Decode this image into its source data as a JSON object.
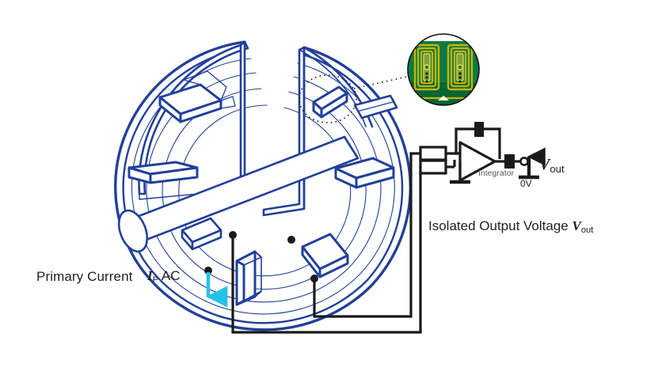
{
  "figure": {
    "type": "rogowski-coil-current-sensor-diagram",
    "background_color": "#ffffff"
  },
  "colors": {
    "coil_blue": "#21409a",
    "coil_blue_light": "#3a5bbf",
    "wire_black": "#1a1a1a",
    "text_black": "#231f20",
    "text_gray": "#58595b",
    "current_arrow_cyan": "#22c3e6",
    "pcb_green": "#0d7a43",
    "pcb_green_dark": "#036635",
    "trace_gold": "#c8b400",
    "trace_gold_light": "#e3d34a",
    "inset_ring": "#000000"
  },
  "labels": {
    "primary_current": "Primary Current",
    "ip_symbol": "I",
    "ip_subscript": "P",
    "ac": "AC",
    "isolated_output_prefix": "Isolated Output Voltage ",
    "v_symbol": "V",
    "v_subscript": "out",
    "vout_symbol": "V",
    "vout_subscript": "out",
    "zero_volts": "0V",
    "integrator": "Integrator"
  },
  "circuit": {
    "opamp_label": "Integrator",
    "input_resistors": 2,
    "feedback_component": "capacitor",
    "output_terminal": "open-circle",
    "ground_symbol": true,
    "reference_label": "0V",
    "output_label": "Vout"
  },
  "coil": {
    "segment_count": 8,
    "ring_type": "split-core-toroid",
    "conductor": "cylindrical-bar",
    "inset_detail": {
      "shown": true,
      "description": "PCB coil segment",
      "coil_windings": 2,
      "board_color": "#0d7a43",
      "trace_color": "#c8b400"
    }
  }
}
